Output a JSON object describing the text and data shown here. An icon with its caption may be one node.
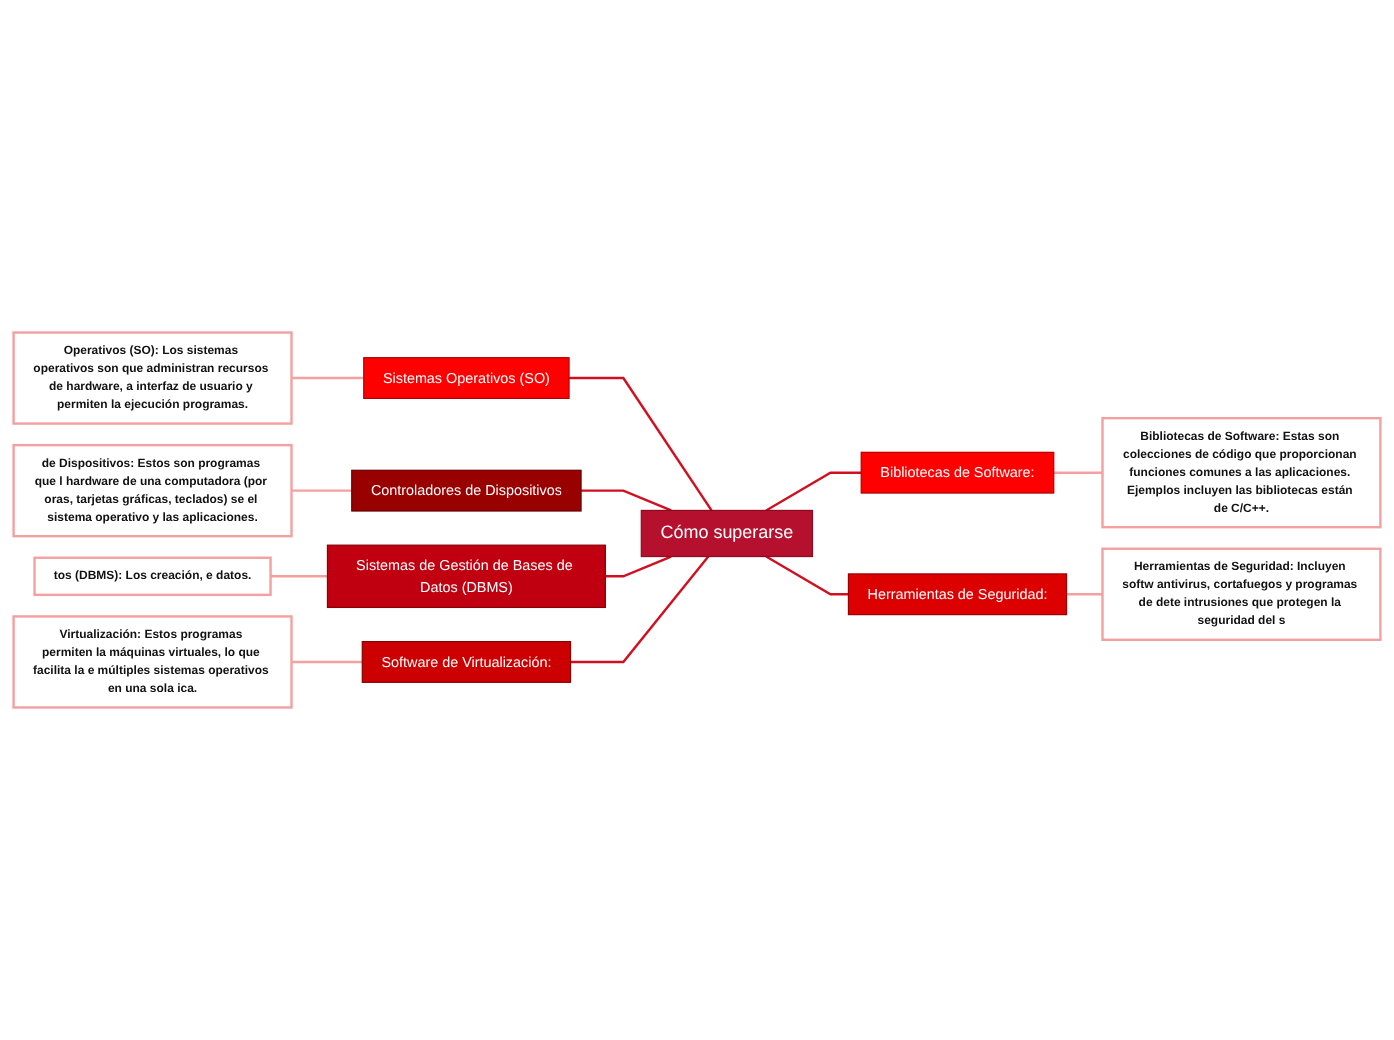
{
  "diagram": {
    "nodes": [
      {
        "text": [
          "Cómo superarse"
        ]
      },
      {
        "text": [
          "Sistemas Operativos (SO)"
        ]
      },
      {
        "text": [
          "Operativos (SO): Los sistemas operativos son que administran recursos de hardware, a interfaz de usuario y permiten la ejecución programas."
        ]
      },
      {
        "text": [
          "Controladores de Dispositivos"
        ]
      },
      {
        "text": [
          "de Dispositivos: Estos son programas que l hardware de una computadora (por oras, tarjetas gráficas, teclados) se el sistema operativo y las aplicaciones."
        ]
      },
      {
        "text": [
          "Sistemas de Gestión de Bases de Datos (DBMS)"
        ]
      },
      {
        "text": [
          "tos (DBMS): Los creación, e datos."
        ]
      },
      {
        "text": [
          "Software de Virtualización:"
        ]
      },
      {
        "text": [
          "Virtualización: Estos programas permiten la máquinas virtuales, lo que facilita la e múltiples sistemas operativos en una sola ica."
        ]
      },
      {
        "text": [
          "Bibliotecas de Software:"
        ]
      },
      {
        "text": [
          "Bibliotecas de Software: Estas son colecciones de código que proporcionan funciones comunes a las aplicaciones. Ejemplos incluyen las bibliotecas están de C/C++."
        ]
      },
      {
        "text": [
          "Herramientas de Seguridad:"
        ]
      },
      {
        "text": [
          "Herramientas de Seguridad: Incluyen softw antivirus, cortafuegos y programas de dete intrusiones que protegen la seguridad del s"
        ]
      }
    ],
    "edges": [
      {
        "from": 2,
        "to": 1,
        "arrow": "none",
        "color": "#f4a0a0"
      },
      {
        "from": 1,
        "to": 0,
        "arrow": "none",
        "color": "#d01020"
      },
      {
        "from": 4,
        "to": 3,
        "arrow": "none",
        "color": "#f4a0a0"
      },
      {
        "from": 3,
        "to": 0,
        "arrow": "none",
        "color": "#d01020"
      },
      {
        "from": 6,
        "to": 5,
        "arrow": "none",
        "color": "#f4a0a0"
      },
      {
        "from": 5,
        "to": 0,
        "arrow": "none",
        "color": "#d01020"
      },
      {
        "from": 8,
        "to": 7,
        "arrow": "none",
        "color": "#f4a0a0"
      },
      {
        "from": 7,
        "to": 0,
        "arrow": "none",
        "color": "#d01020"
      },
      {
        "from": 0,
        "to": 9,
        "arrow": "none",
        "color": "#d01020"
      },
      {
        "from": 9,
        "to": 10,
        "arrow": "none",
        "color": "#f4a0a0"
      },
      {
        "from": 0,
        "to": 11,
        "arrow": "none",
        "color": "#d01020"
      },
      {
        "from": 11,
        "to": 12,
        "arrow": "none",
        "color": "#f4a0a0"
      }
    ]
  }
}
